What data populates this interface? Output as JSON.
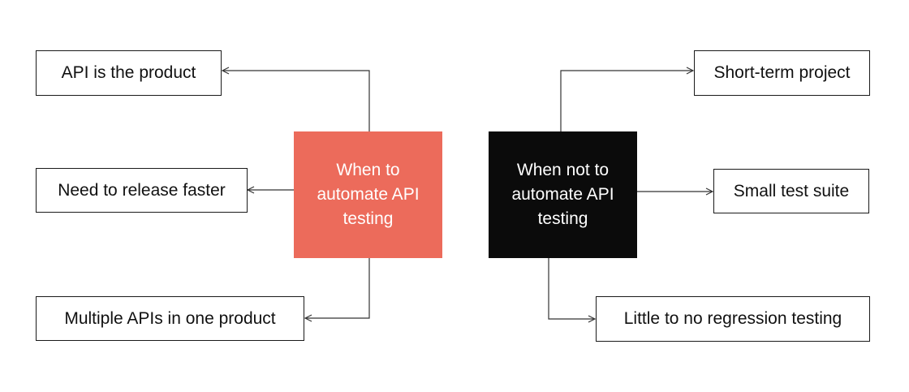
{
  "diagram": {
    "when_to": {
      "label": "When to automate API testing",
      "color": "#ec6b5b",
      "reasons": [
        "API is the product",
        "Need to release faster",
        "Multiple APIs in one product"
      ]
    },
    "when_not_to": {
      "label": "When not to automate API testing",
      "color": "#0b0b0b",
      "reasons": [
        "Short-term project",
        "Small test suite",
        "Little to no regression testing"
      ]
    }
  }
}
